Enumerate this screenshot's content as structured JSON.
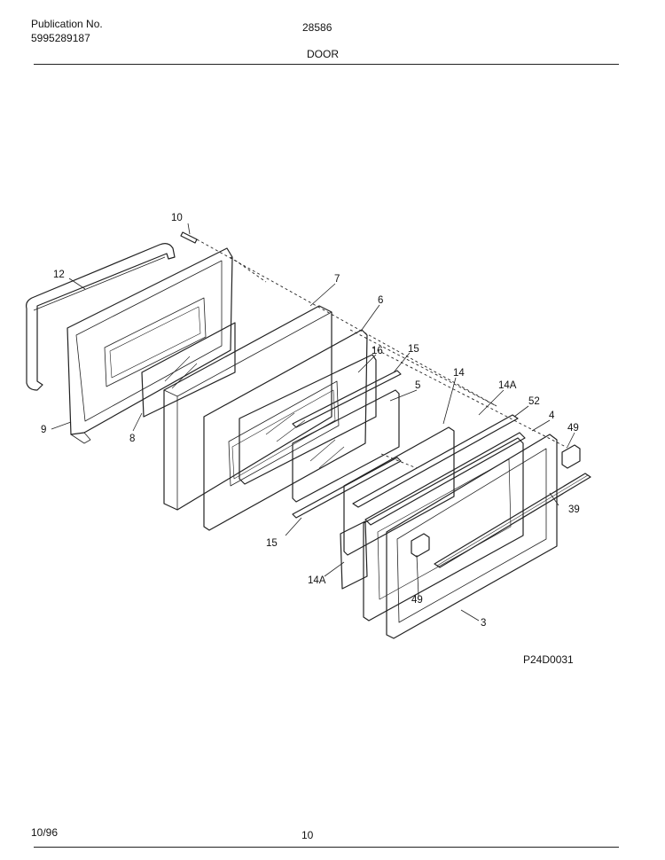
{
  "header": {
    "pub_label": "Publication No.",
    "pub_number": "5995289187",
    "model": "28586",
    "section": "DOOR"
  },
  "diagram": {
    "callouts": [
      "10",
      "12",
      "7",
      "6",
      "16",
      "15",
      "5",
      "14",
      "14A",
      "52",
      "4",
      "49",
      "9",
      "8",
      "39",
      "15",
      "14A",
      "49",
      "3"
    ],
    "figure_id": "P24D0031"
  },
  "footer": {
    "date": "10/96",
    "page": "10"
  }
}
